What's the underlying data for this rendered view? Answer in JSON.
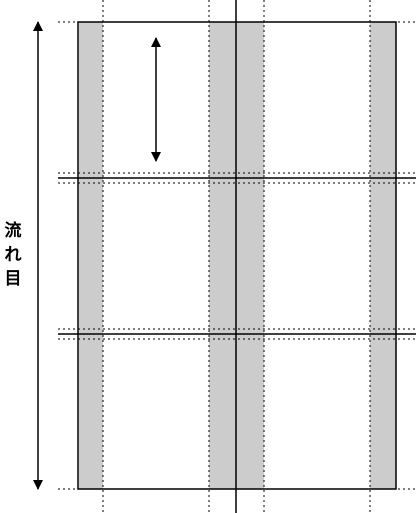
{
  "diagram": {
    "grain_label_chars": [
      "流",
      "れ",
      "目"
    ],
    "colors": {
      "line": "#000000",
      "margin_fill": "#cccccc",
      "background": "#ffffff"
    }
  }
}
